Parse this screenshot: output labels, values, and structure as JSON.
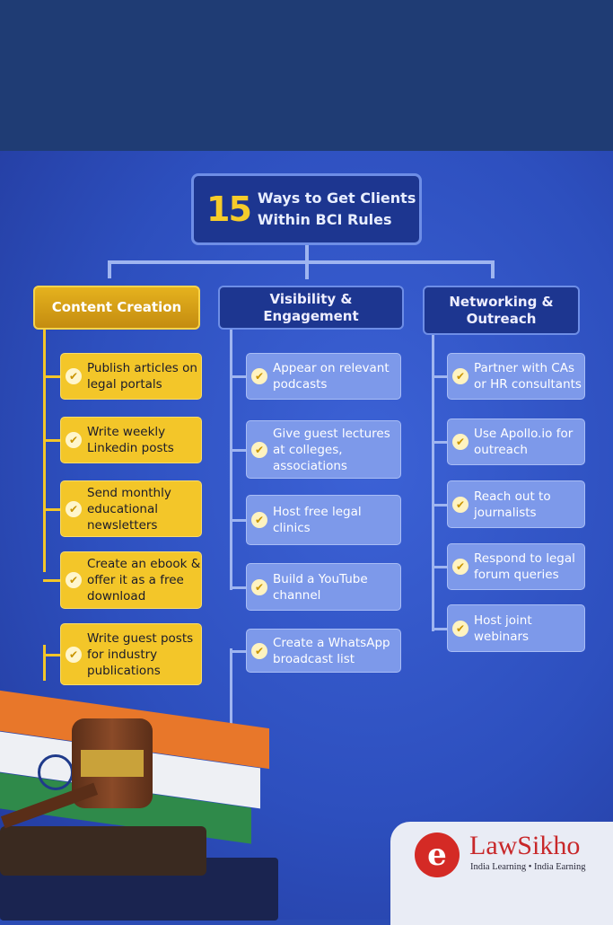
{
  "title": {
    "number": "15",
    "text": "Ways to Get Clients Within BCI Rules"
  },
  "columns": [
    {
      "header": "Content Creation",
      "items": [
        "Publish articles on legal portals",
        "Write weekly Linkedin posts",
        "Send monthly educational newsletters",
        "Create an ebook & offer it as a free download",
        "Write guest posts for industry publications"
      ]
    },
    {
      "header": "Visibility & Engagement",
      "items": [
        "Appear on relevant podcasts",
        "Give guest lectures at colleges, associations",
        "Host free legal clinics",
        "Build a YouTube channel",
        "Create a WhatsApp broadcast list"
      ]
    },
    {
      "header": "Networking & Outreach",
      "items": [
        "Partner with CAs or HR consultants",
        "Use Apollo.io for outreach",
        "Reach out to journalists",
        "Respond to legal forum queries",
        "Host joint webinars"
      ]
    }
  ],
  "logo": {
    "name": "LawSikho",
    "tagline": "India Learning • India Earning"
  },
  "colors": {
    "accent": "#f3c629",
    "navy": "#1d3690",
    "item_blue": "#7d99ea"
  }
}
